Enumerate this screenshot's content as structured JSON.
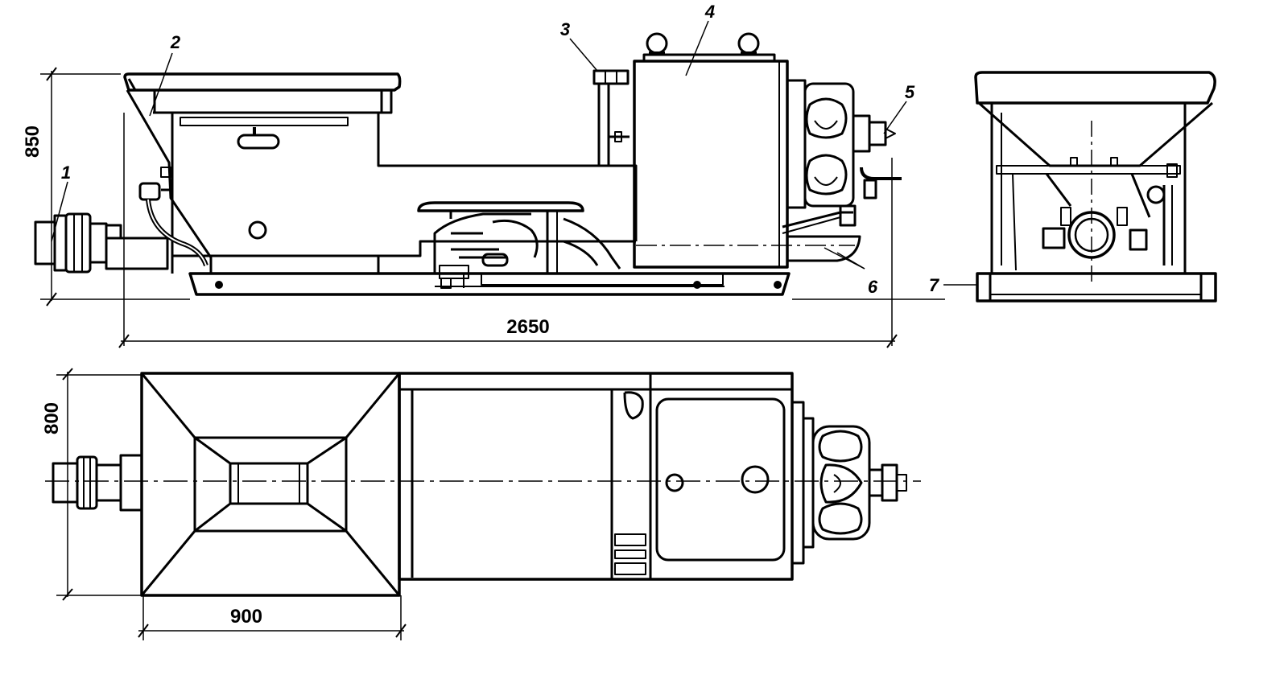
{
  "dimensions": {
    "overall_length": "2650",
    "height": "850",
    "plan_width": "800",
    "hopper_length": "900"
  },
  "callouts": [
    "1",
    "2",
    "3",
    "4",
    "5",
    "6",
    "7"
  ],
  "colors": {
    "line": "#000000",
    "background": "#ffffff"
  }
}
